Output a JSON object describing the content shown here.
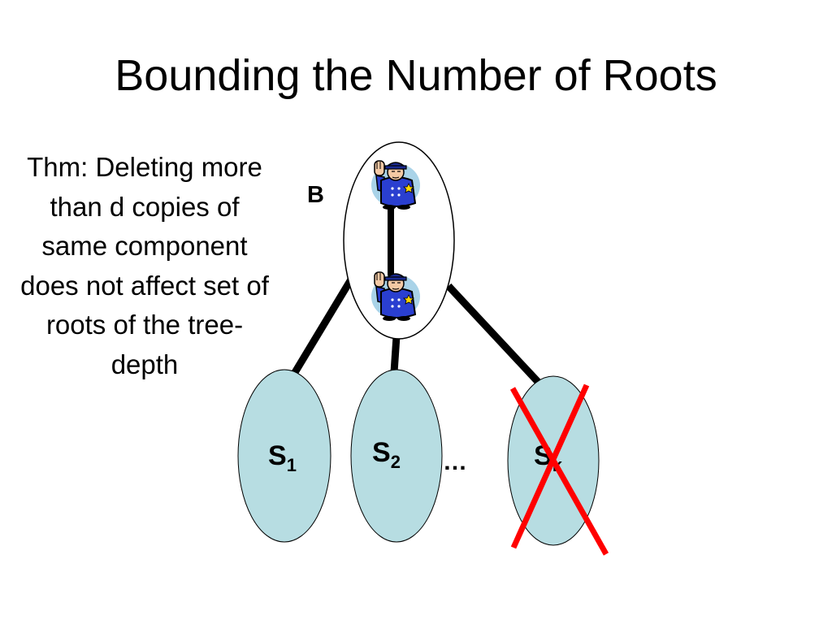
{
  "slide": {
    "title": "Bounding the Number of Roots",
    "theorem": "Thm: Deleting more than d copies of same component does not affect set of roots of the tree-depth"
  },
  "diagram": {
    "root_label": "B",
    "subtrees": [
      {
        "letter": "S",
        "subscript": "1",
        "deleted": false
      },
      {
        "letter": "S",
        "subscript": "2",
        "deleted": false
      },
      {
        "letter": "S",
        "subscript": "k",
        "deleted": true
      }
    ],
    "ellipsis": "…",
    "icons": [
      "police-officer-icon",
      "police-officer-icon"
    ],
    "colors": {
      "subtree_fill": "#b7dde2",
      "cross": "#ff0000",
      "edge": "#000000",
      "officer_uniform": "#2a3fd0"
    }
  }
}
